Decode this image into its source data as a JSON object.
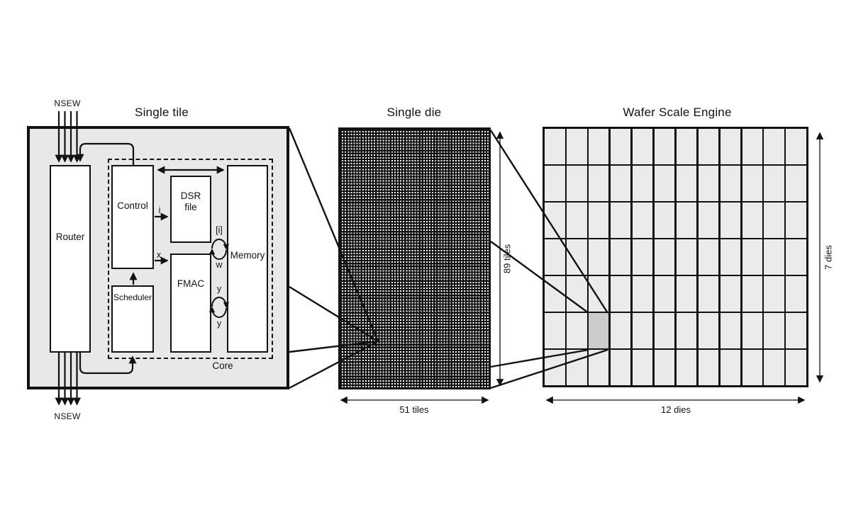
{
  "figure": {
    "tile": {
      "title": "Single tile",
      "nsew_top": "NSEW",
      "nsew_bottom": "NSEW",
      "router_label": "Router",
      "control_label": "Control",
      "scheduler_label": "Scheduler",
      "dsr_line1": "DSR",
      "dsr_line2": "file",
      "fmac_label": "FMAC",
      "memory_label": "Memory",
      "core_label": "Core",
      "sig_i": "i",
      "sig_x": "x",
      "sig_bracket_i": "[i]",
      "sig_w": "w",
      "sig_y_top": "y",
      "sig_y_bottom": "y"
    },
    "die": {
      "title": "Single die",
      "cols": 51,
      "rows": 89,
      "height_label": "89 tiles",
      "width_label": "51 tiles"
    },
    "wafer": {
      "title": "Wafer Scale Engine",
      "cols": 12,
      "rows": 7,
      "height_label": "7 dies",
      "width_label": "12 dies",
      "highlighted_die": {
        "col": 3,
        "row": 6
      }
    },
    "colors": {
      "ink": "#121212",
      "panel_fill": "#e8e8e8",
      "die_cell_fill": "#ebebeb",
      "highlight_fill": "#cbcbcb"
    }
  }
}
